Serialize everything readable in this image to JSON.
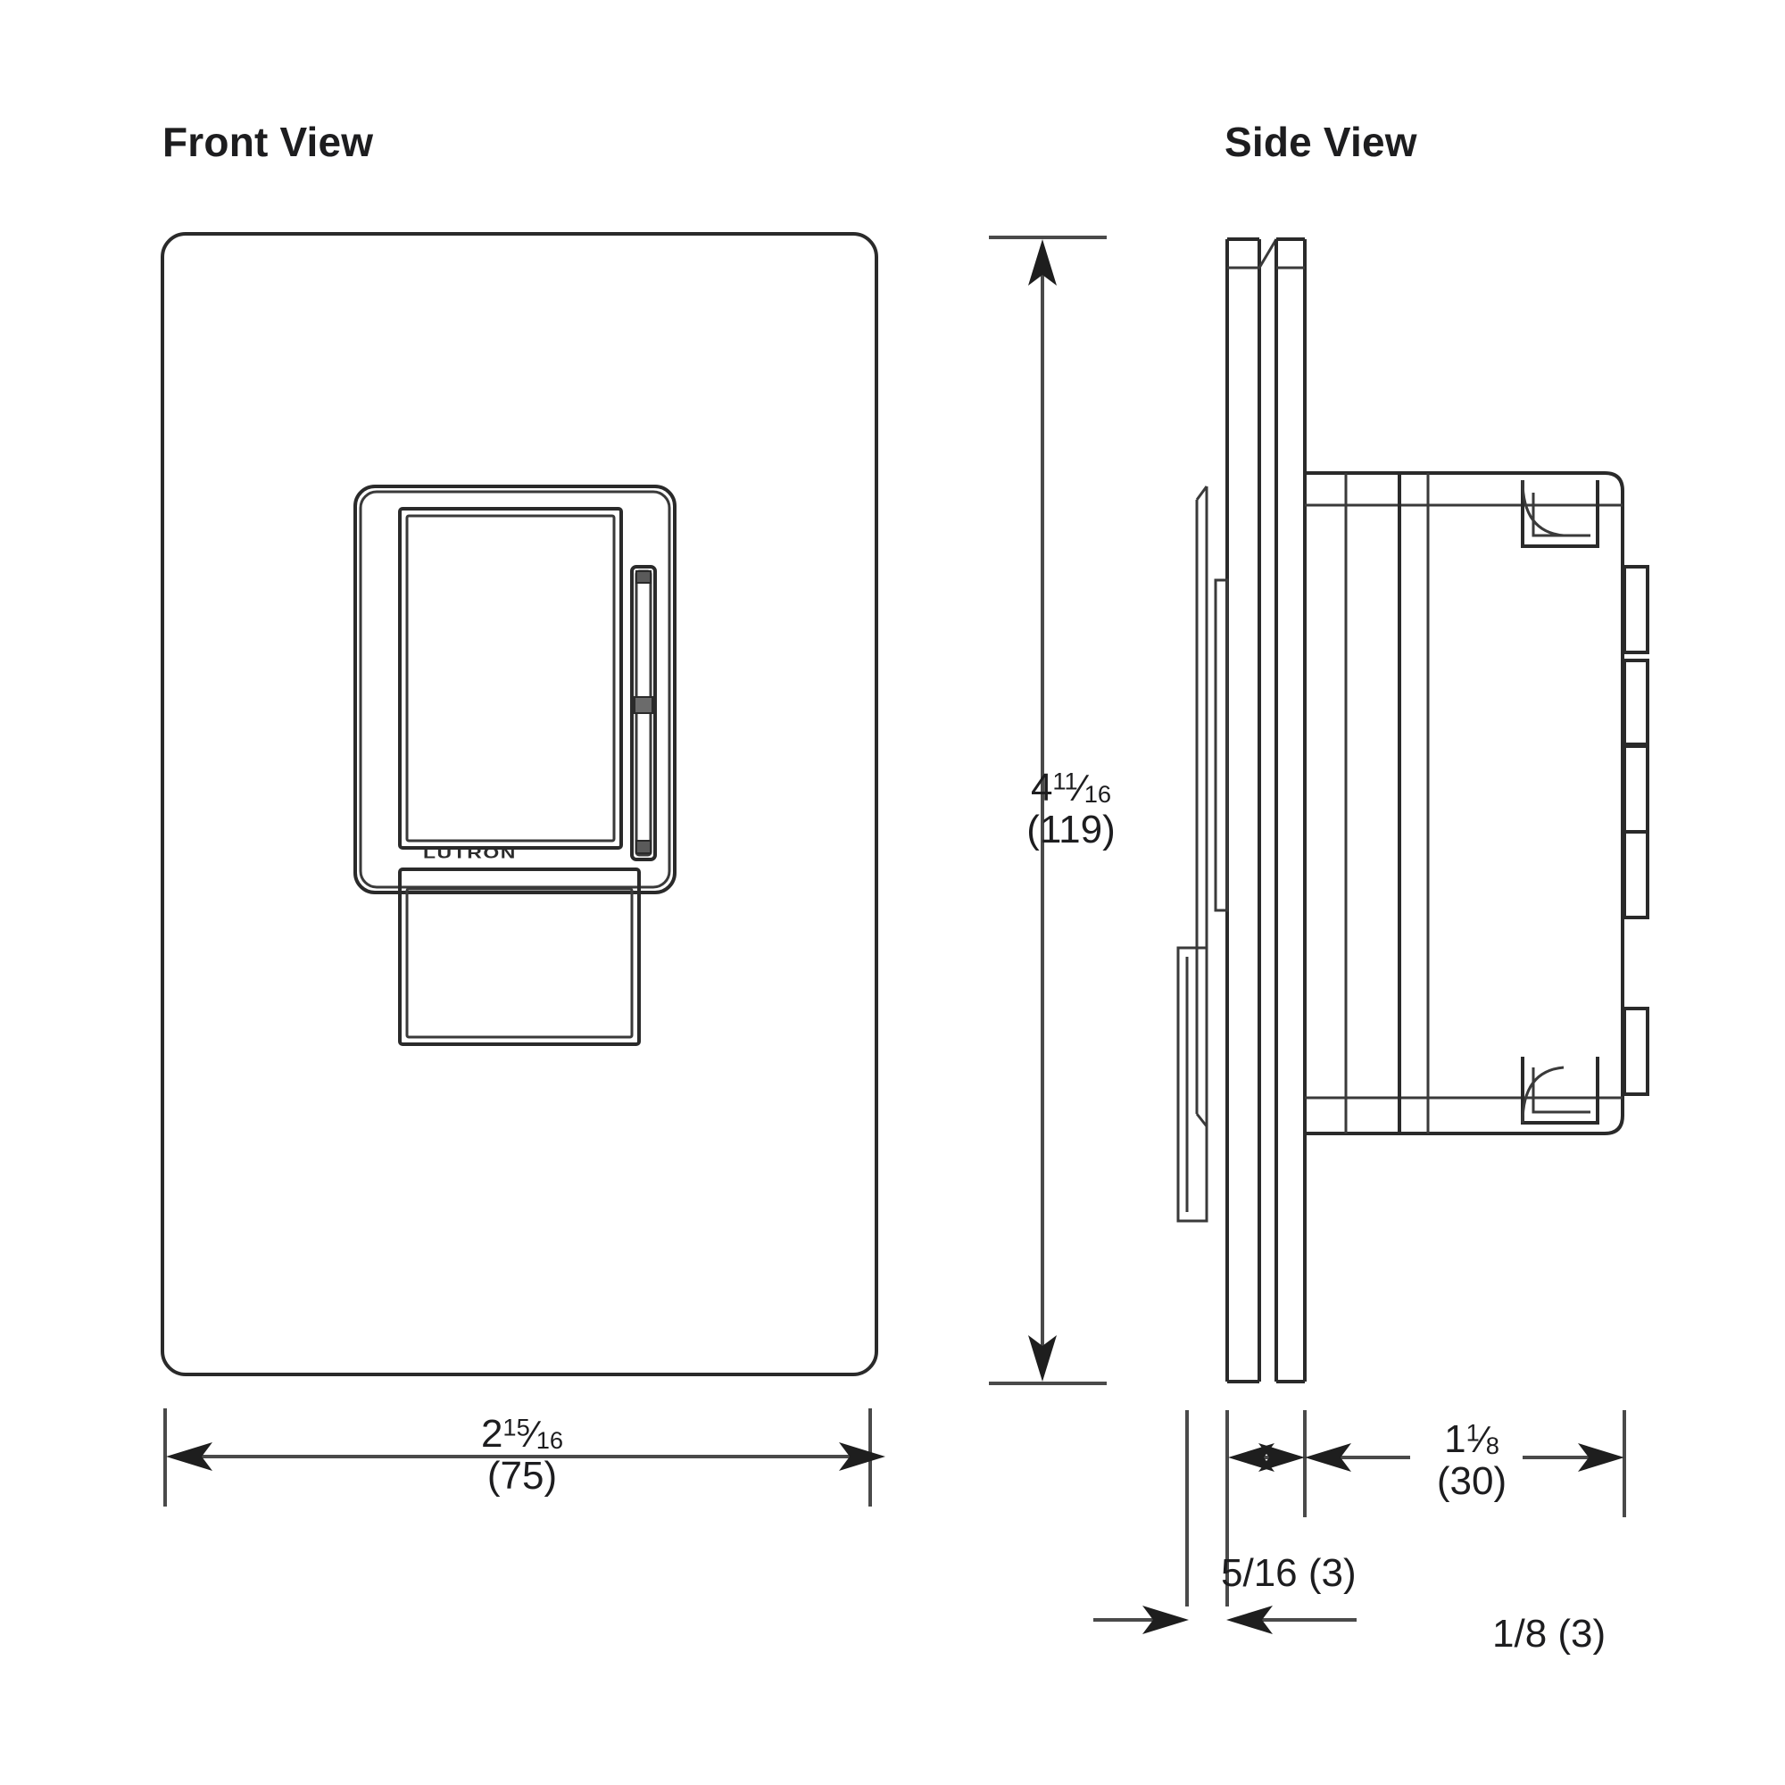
{
  "document": {
    "type": "dimensional-drawing",
    "background_color": "#ffffff",
    "line_color": "#2a2a2a",
    "text_color": "#1d1d1f"
  },
  "views": {
    "front": {
      "title": "Front View",
      "device_logo": "LUTRON",
      "parts": [
        "wallplate",
        "dimmer-faceplate",
        "upper-tap-button",
        "vertical-slider",
        "lower-button"
      ]
    },
    "side": {
      "title": "Side View",
      "parts": [
        "wallplate-edge",
        "device-body",
        "mounting-tabs",
        "yoke-strap"
      ]
    }
  },
  "dimensions": {
    "height": {
      "whole": "4",
      "numerator": "11",
      "denominator": "16",
      "metric": "(119)",
      "label": "4 11/16 (119)",
      "orientation": "vertical",
      "applies_to": "front-view-height"
    },
    "width": {
      "whole": "2",
      "numerator": "15",
      "denominator": "16",
      "metric": "(75)",
      "label": "2 15/16 (75)",
      "orientation": "horizontal",
      "applies_to": "front-view-width"
    },
    "depth": {
      "whole": "1",
      "numerator": "1",
      "denominator": "8",
      "metric": "(30)",
      "label": "1 1/8 (30)",
      "orientation": "horizontal",
      "applies_to": "side-view-body-depth"
    },
    "plate_thickness": {
      "label": "5/16 (3)",
      "orientation": "horizontal",
      "applies_to": "side-view-wallplate-offset"
    },
    "gap": {
      "label": "1/8 (3)",
      "orientation": "horizontal",
      "applies_to": "side-view-wallplate-thickness"
    }
  }
}
